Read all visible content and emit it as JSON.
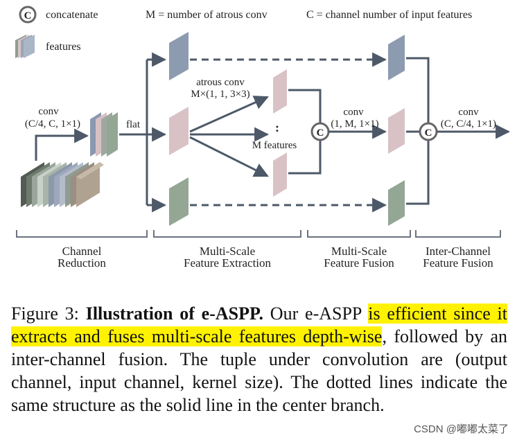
{
  "legend": {
    "concatenate_symbol": "C",
    "concatenate_label": "concatenate",
    "features_label": "features",
    "m_definition": "M = number of atrous conv",
    "c_definition": "C = channel number of input features"
  },
  "diagram": {
    "conv1_label": "conv",
    "conv1_params": "(C/4, C, 1×1)",
    "flat_label": "flat",
    "atrous_label": "atrous conv",
    "atrous_params": "M×(1, 1, 3×3)",
    "dots": ":",
    "m_features": "M features",
    "conv2_label": "conv",
    "conv2_params": "(1, M, 1×1)",
    "conv3_label": "conv",
    "conv3_params": "(C, C/4, 1×1)",
    "concat_symbol": "C",
    "sections": [
      {
        "line1": "Channel",
        "line2": "Reduction"
      },
      {
        "line1": "Multi-Scale",
        "line2": "Feature Extraction"
      },
      {
        "line1": "Multi-Scale",
        "line2": "Feature Fusion"
      },
      {
        "line1": "Inter-Channel",
        "line2": "Feature Fusion"
      }
    ]
  },
  "caption": {
    "prefix": "Figure 3: ",
    "title": "Illustration of e-ASPP.",
    "part1": " Our e-ASPP ",
    "highlight": "is efficient since it extracts and fuses multi-scale features depth-wise",
    "part2": ", followed by an inter-channel fusion. The tuple under convolution are (output channel, input channel, kernel size). The dotted lines indicate the same structure as the solid line in the center branch."
  },
  "watermark": "CSDN @嘟嘟太菜了",
  "colors": {
    "line": "#4d5868",
    "highlight": "#fff200",
    "feature_blue": "#8d9bb0",
    "feature_pink": "#d9c2c6",
    "feature_green": "#93a794"
  }
}
